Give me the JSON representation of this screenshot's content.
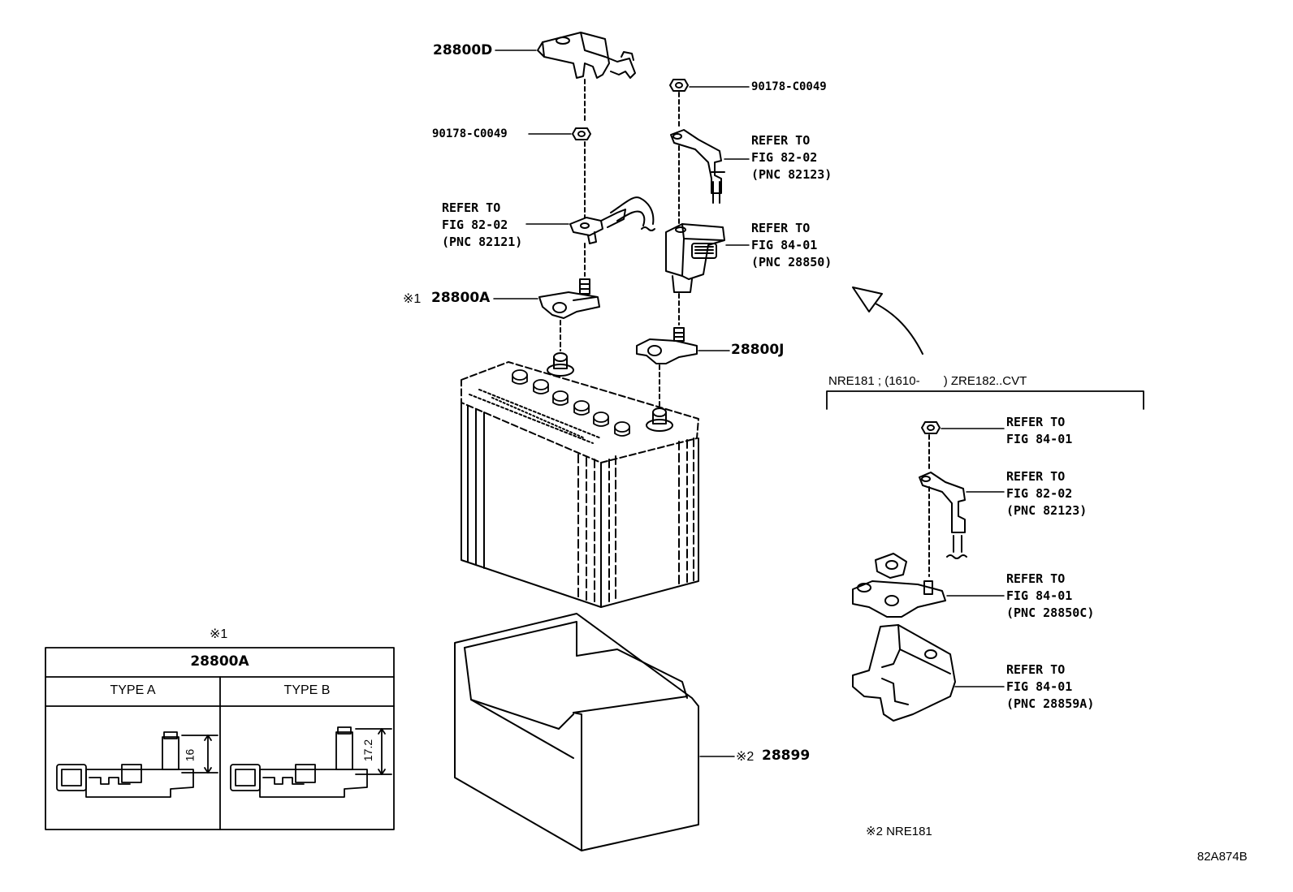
{
  "callouts": {
    "part_28800D": "28800D",
    "bolt_left": "90178-C0049",
    "bolt_right": "90178-C0049",
    "ref_82121": "REFER TO\nFIG 82-02\n(PNC 82121)",
    "ref_82123_top": "REFER TO\nFIG 82-02\n(PNC 82123)",
    "ref_28850": "REFER TO\nFIG 84-01\n(PNC 28850)",
    "part_28800A_mark": "※1",
    "part_28800A": "28800A",
    "part_28800J": "28800J",
    "tray_mark": "※2",
    "tray_part": "28899"
  },
  "variant": {
    "header": "NRE181 ; (1610-       ) ZRE182..CVT",
    "ref_nut": "REFER TO\nFIG 84-01",
    "ref_82123": "REFER TO\nFIG 82-02\n(PNC 82123)",
    "ref_28850C": "REFER TO\nFIG 84-01\n(PNC 28850C)",
    "ref_28859A": "REFER TO\nFIG 84-01\n(PNC 28859A)"
  },
  "inset": {
    "note_mark": "※1",
    "title": "28800A",
    "type_a": "TYPE A",
    "type_b": "TYPE B",
    "dim_a": "16",
    "dim_b": "17.2"
  },
  "footnote": "※2 NRE181",
  "figure_code": "82A874B"
}
